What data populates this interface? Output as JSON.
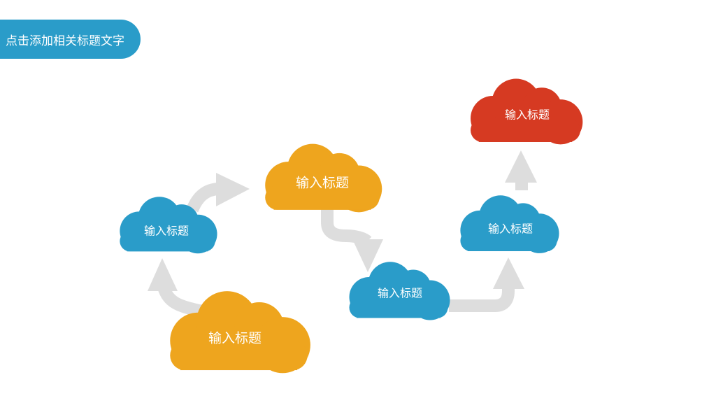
{
  "header": {
    "title": "点击添加相关标题文字"
  },
  "colors": {
    "blue": "#2a9cc9",
    "orange": "#eea51e",
    "red": "#d63a22",
    "arrow": "#dddddd"
  },
  "clouds": [
    {
      "id": "cloud-1",
      "label": "输入标题",
      "color": "#eea51e"
    },
    {
      "id": "cloud-2",
      "label": "输入标题",
      "color": "#2a9cc9"
    },
    {
      "id": "cloud-3",
      "label": "输入标题",
      "color": "#eea51e"
    },
    {
      "id": "cloud-4",
      "label": "输入标题",
      "color": "#2a9cc9"
    },
    {
      "id": "cloud-5",
      "label": "输入标题",
      "color": "#2a9cc9"
    },
    {
      "id": "cloud-6",
      "label": "输入标题",
      "color": "#d63a22"
    }
  ]
}
